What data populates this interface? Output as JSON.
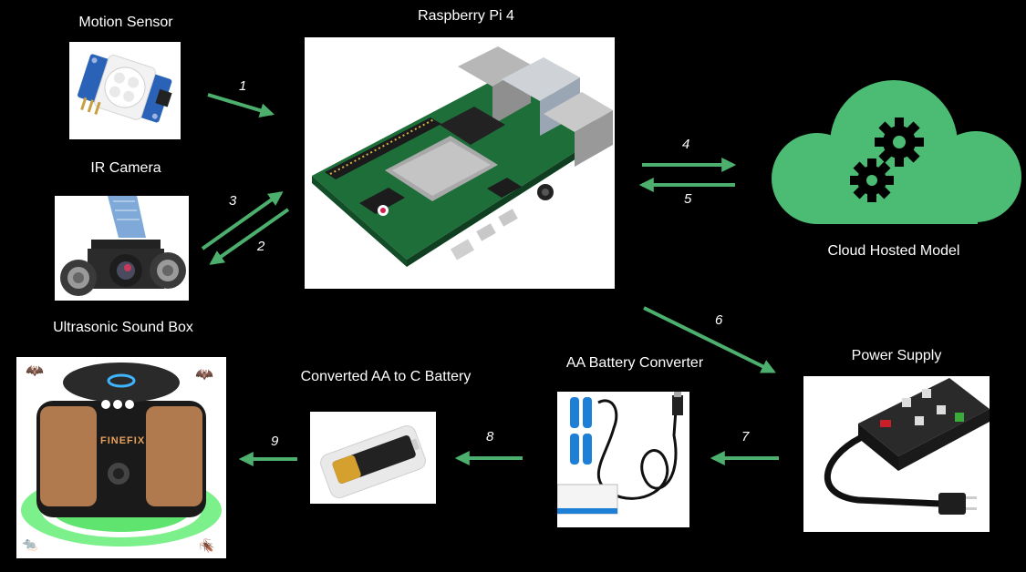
{
  "labels": {
    "motion_sensor": "Motion Sensor",
    "raspberry_pi": "Raspberry Pi 4",
    "ir_camera": "IR Camera",
    "cloud_model": "Cloud Hosted Model",
    "ultrasonic_box": "Ultrasonic Sound Box",
    "converted_battery": "Converted AA to C Battery",
    "aa_converter": "AA Battery Converter",
    "power_supply": "Power Supply"
  },
  "steps": [
    "1",
    "2",
    "3",
    "4",
    "5",
    "6",
    "7",
    "8",
    "9"
  ],
  "product": {
    "brand": "FINEFIX"
  },
  "colors": {
    "background": "#000000",
    "arrow": "#4caf6e",
    "cloud": "#4cbb73",
    "text": "#ffffff"
  }
}
